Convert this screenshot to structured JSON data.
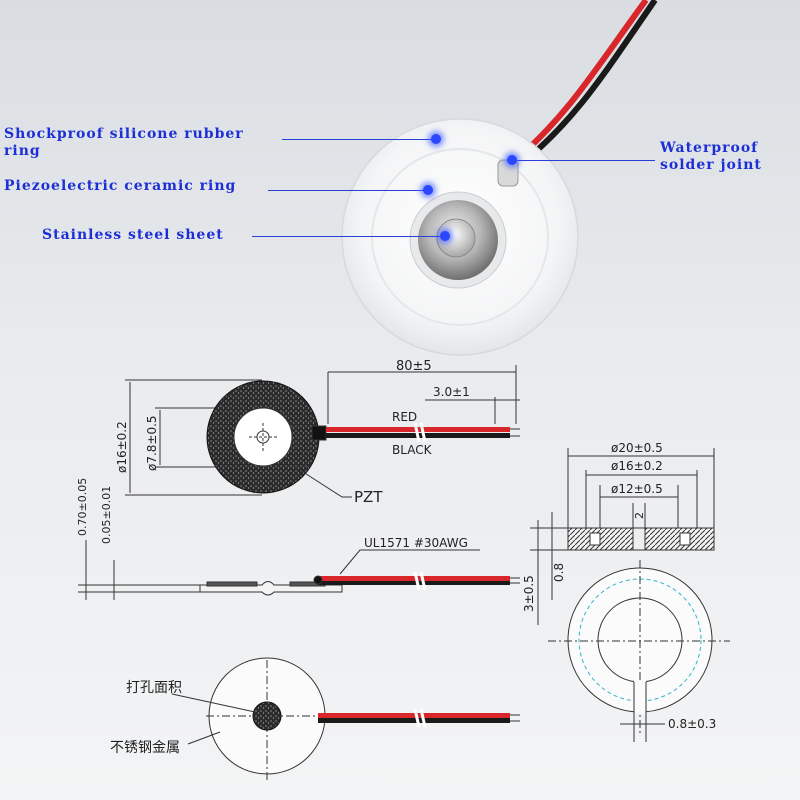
{
  "photo_callouts": {
    "silicone_ring": "Shockproof silicone rubber ring",
    "ceramic_ring": "Piezoelectric ceramic ring",
    "steel_sheet": "Stainless steel sheet",
    "solder_joint": "Waterproof solder joint"
  },
  "top_view": {
    "length": "80±5",
    "strip": "3.0±1",
    "outer_dia": "ø16±0.2",
    "inner_dia": "ø7.8±0.5",
    "wire_red": "RED",
    "wire_black": "BLACK",
    "material": "PZT"
  },
  "side_view": {
    "total_thickness": "0.70±0.05",
    "sheet_thickness": "0.05±0.01",
    "wire_spec": "UL1571 #30AWG"
  },
  "section_view": {
    "dia_20": "ø20±0.5",
    "dia_16": "ø16±0.2",
    "dia_12": "ø12±0.5",
    "gap_2": "2",
    "height_0_8": "0.8",
    "height_3": "3±0.5",
    "slot": "0.8±0.3"
  },
  "bottom_view": {
    "hole_area": "打孔面积",
    "stainless": "不锈钢金属"
  },
  "colors": {
    "callout_blue": "#1d2fd6",
    "wire_red": "#d8262b",
    "wire_black": "#1a1a1a",
    "drawing_line": "#333333",
    "dash_cyan": "#2fb6c9"
  }
}
